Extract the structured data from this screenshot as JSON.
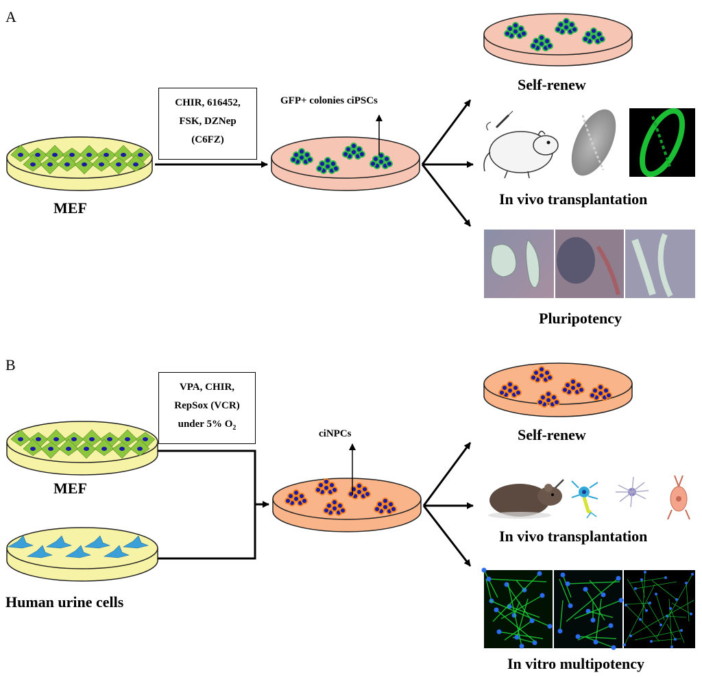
{
  "panel_a": {
    "letter": "A",
    "source_label": "MEF",
    "condition_lines": [
      "CHIR, 616452,",
      "FSK, DZNep",
      "(C6FZ)"
    ],
    "product_label": "GFP+ colonies ciPSCs",
    "outcomes": [
      "Self-renew",
      "In vivo transplantation",
      "Pluripotency"
    ]
  },
  "panel_b": {
    "letter": "B",
    "source_labels": [
      "MEF",
      "Human urine cells"
    ],
    "condition_lines": [
      "VPA, CHIR,",
      "RepSox (VCR)",
      "under 5% O"
    ],
    "o2_subscript": "2",
    "product_label": "ciNPCs",
    "outcomes": [
      "Self-renew",
      "In vivo transplantation",
      "In vitro multipotency"
    ]
  },
  "colors": {
    "mef_medium": "#f7f3a6",
    "fibroblast_green": "#8cc63f",
    "nucleus_blue": "#1a1aa0",
    "ipsc_medium": "#f7c5b3",
    "gfp_green": "#2db84a",
    "npc_medium": "#f9b48a",
    "npc_orange": "#f58220",
    "urine_cell_blue": "#3ba0d8",
    "fluorescent_green": "#1fd43a"
  }
}
